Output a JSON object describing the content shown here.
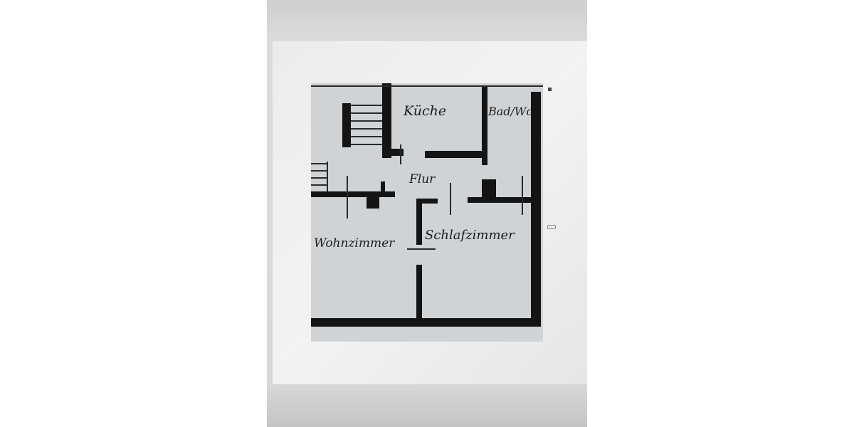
{
  "floor_plan": {
    "rooms": {
      "kitchen": "Küche",
      "bathroom": "Bad/Wc",
      "hallway": "Flur",
      "living_room": "Wohnzimmer",
      "bedroom": "Schlafzimmer"
    }
  }
}
